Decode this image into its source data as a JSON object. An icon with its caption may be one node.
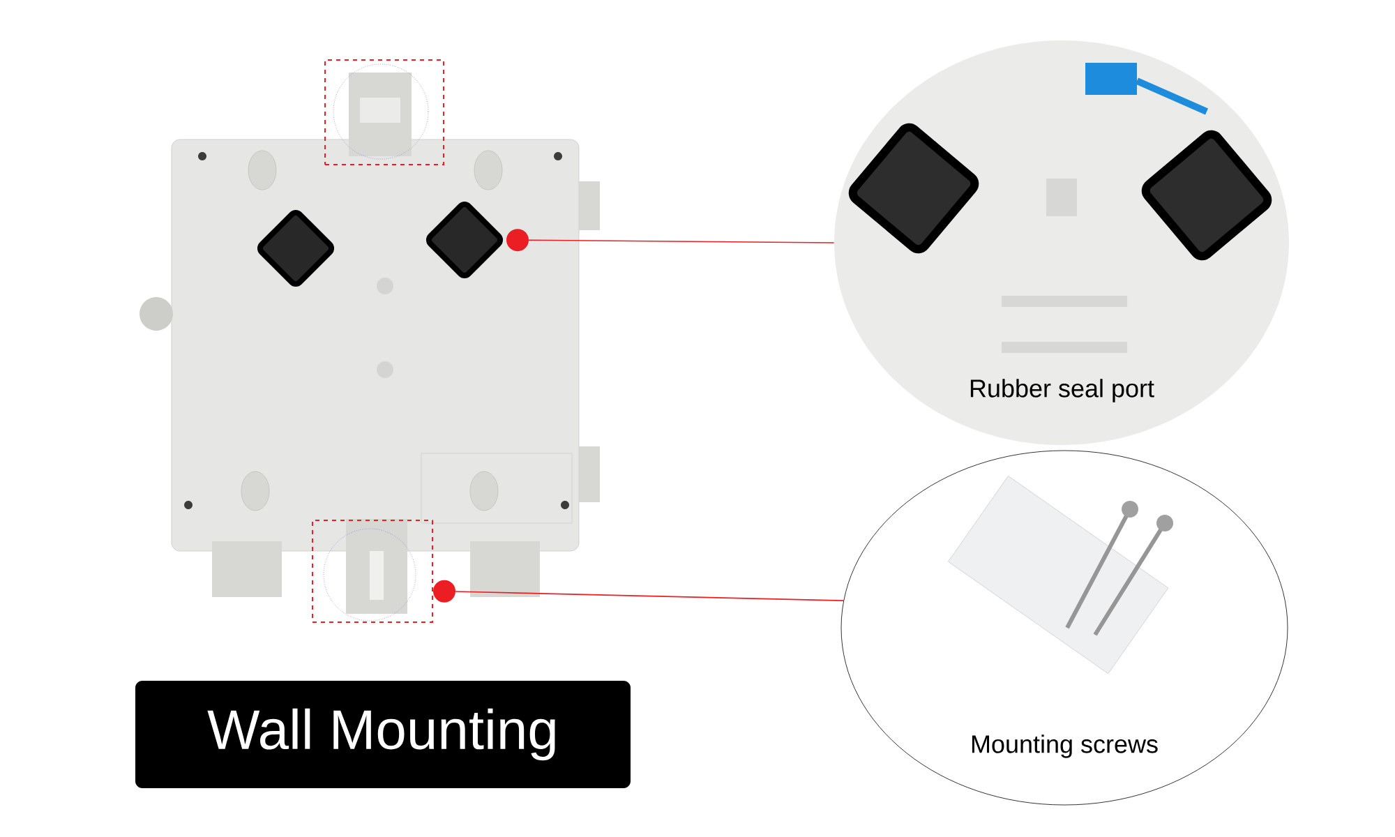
{
  "diagram": {
    "nodes": [
      {
        "text": [],
        "shape": "box"
      },
      {
        "text": [],
        "shape": "picture"
      },
      {
        "text": [
          "Rubber seal port"
        ]
      },
      {
        "text": [],
        "shape": "box"
      },
      {
        "text": [
          "Mounting screws"
        ]
      },
      {
        "text": [
          "Wall Mounting"
        ]
      }
    ],
    "edges": [
      {
        "from": 1,
        "to": 2,
        "arrow": "other"
      },
      {
        "from": 3,
        "to": 4,
        "arrow": "other"
      }
    ]
  }
}
